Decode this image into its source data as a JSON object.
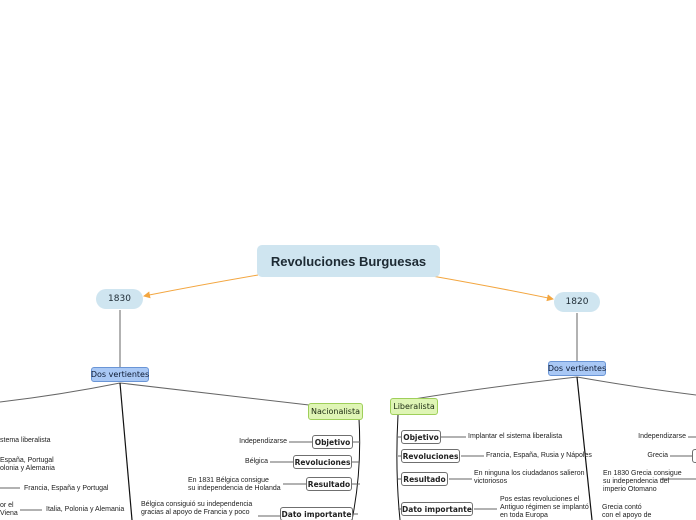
{
  "root": {
    "title": "Revoluciones Burguesas"
  },
  "branches": {
    "left": {
      "year": "1830",
      "group": "Dos vertientes",
      "nationalist": {
        "label": "Nacionalista",
        "objective_label": "Objetivo",
        "objective_text": "Independizarse",
        "revolutions_label": "Revoluciones",
        "revolutions_text": "Bélgica",
        "result_label": "Resultado",
        "result_text_1": "En 1831 Bélgica consigue",
        "result_text_2": "su independencia de Holanda",
        "important_label": "Dato importante",
        "important_text_1": "Bélgica consiguió su independencia",
        "important_text_2": "gracias al apoyo de Francia y poco"
      },
      "liberal_partial": {
        "line1": "stema liberalista",
        "line2a": "España, Portugal",
        "line2b": "olonia y Alemania",
        "line3": "Francia, España y Portugal",
        "line4a": "or el",
        "line4b": "Viena",
        "line5": "Italia, Polonia y Alemania"
      }
    },
    "right": {
      "year": "1820",
      "group": "Dos vertientes",
      "liberal": {
        "label": "Liberalista",
        "objective_label": "Objetivo",
        "objective_text": "Implantar el sistema liberalista",
        "revolutions_label": "Revoluciones",
        "revolutions_text": "Francia, España, Rusia y Nápoles",
        "result_label": "Resultado",
        "result_text_1": "En ninguna los ciudadanos salieron",
        "result_text_2": "victoriosos",
        "important_label": "Dato importante",
        "important_text_1": "Pos estas revoluciones el",
        "important_text_2": "Antiguo régimen se implantó",
        "important_text_3": "en toda Europa"
      },
      "nationalist_partial": {
        "objective_text": "Independizarse",
        "revolutions_text": "Grecia",
        "result_text_1": "En 1830 Grecia consigue",
        "result_text_2": "su independencia del",
        "result_text_3": "imperio Otomano",
        "important_text_1": "Grecia contó",
        "important_text_2": "con el apoyo de"
      }
    }
  },
  "colors": {
    "root_fill": "#cfe5f0",
    "group_fill": "#a9c8f5",
    "nationalist_fill": "#dff5b5",
    "arrow": "#f3a640"
  }
}
